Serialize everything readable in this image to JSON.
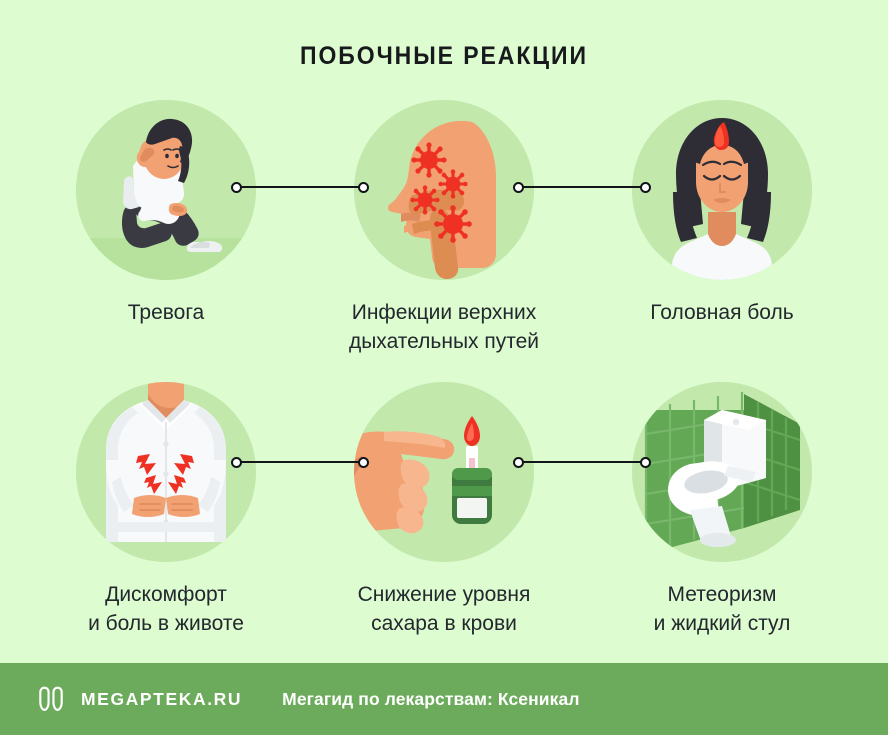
{
  "title": "ПОБОЧНЫЕ РЕАКЦИИ",
  "colors": {
    "background": "#ddfcd0",
    "icon_circle": "#c2e8ab",
    "footer_bar": "#6cab5b",
    "text": "#23272e",
    "connector": "#111418",
    "accent_red": "#ef3124",
    "skin": "#f2a172",
    "hair_dark": "#2e2c35"
  },
  "items": [
    {
      "id": "anxiety",
      "label": "Тревога",
      "icon": "anxious-woman-sitting-icon",
      "row": 1,
      "col": 0
    },
    {
      "id": "upper-respiratory-infections",
      "label": "Инфекции верхних\nдыхательных путей",
      "icon": "head-profile-virus-icon",
      "row": 1,
      "col": 1
    },
    {
      "id": "headache",
      "label": "Головная боль",
      "icon": "woman-headache-icon",
      "row": 1,
      "col": 2
    },
    {
      "id": "abdominal-discomfort",
      "label": "Дискомфорт\nи боль в животе",
      "icon": "stomach-pain-person-icon",
      "row": 2,
      "col": 0
    },
    {
      "id": "low-blood-sugar",
      "label": "Снижение уровня\nсахара в крови",
      "icon": "finger-blood-glucometer-icon",
      "row": 2,
      "col": 1
    },
    {
      "id": "flatulence-loose-stool",
      "label": "Метеоризм\nи жидкий стул",
      "icon": "toilet-icon",
      "row": 2,
      "col": 2
    }
  ],
  "connectors": [
    {
      "id": "connector-row1-left",
      "from": "anxiety",
      "to": "upper-respiratory-infections"
    },
    {
      "id": "connector-row1-right",
      "from": "upper-respiratory-infections",
      "to": "headache"
    },
    {
      "id": "connector-row2-left",
      "from": "abdominal-discomfort",
      "to": "low-blood-sugar"
    },
    {
      "id": "connector-row2-right",
      "from": "low-blood-sugar",
      "to": "flatulence-loose-stool"
    }
  ],
  "footer": {
    "logo_icon": "megapteka-m-logo-icon",
    "brand": "MEGAPTEKA.RU",
    "tagline": "Мегагид по лекарствам: Ксеникал"
  }
}
